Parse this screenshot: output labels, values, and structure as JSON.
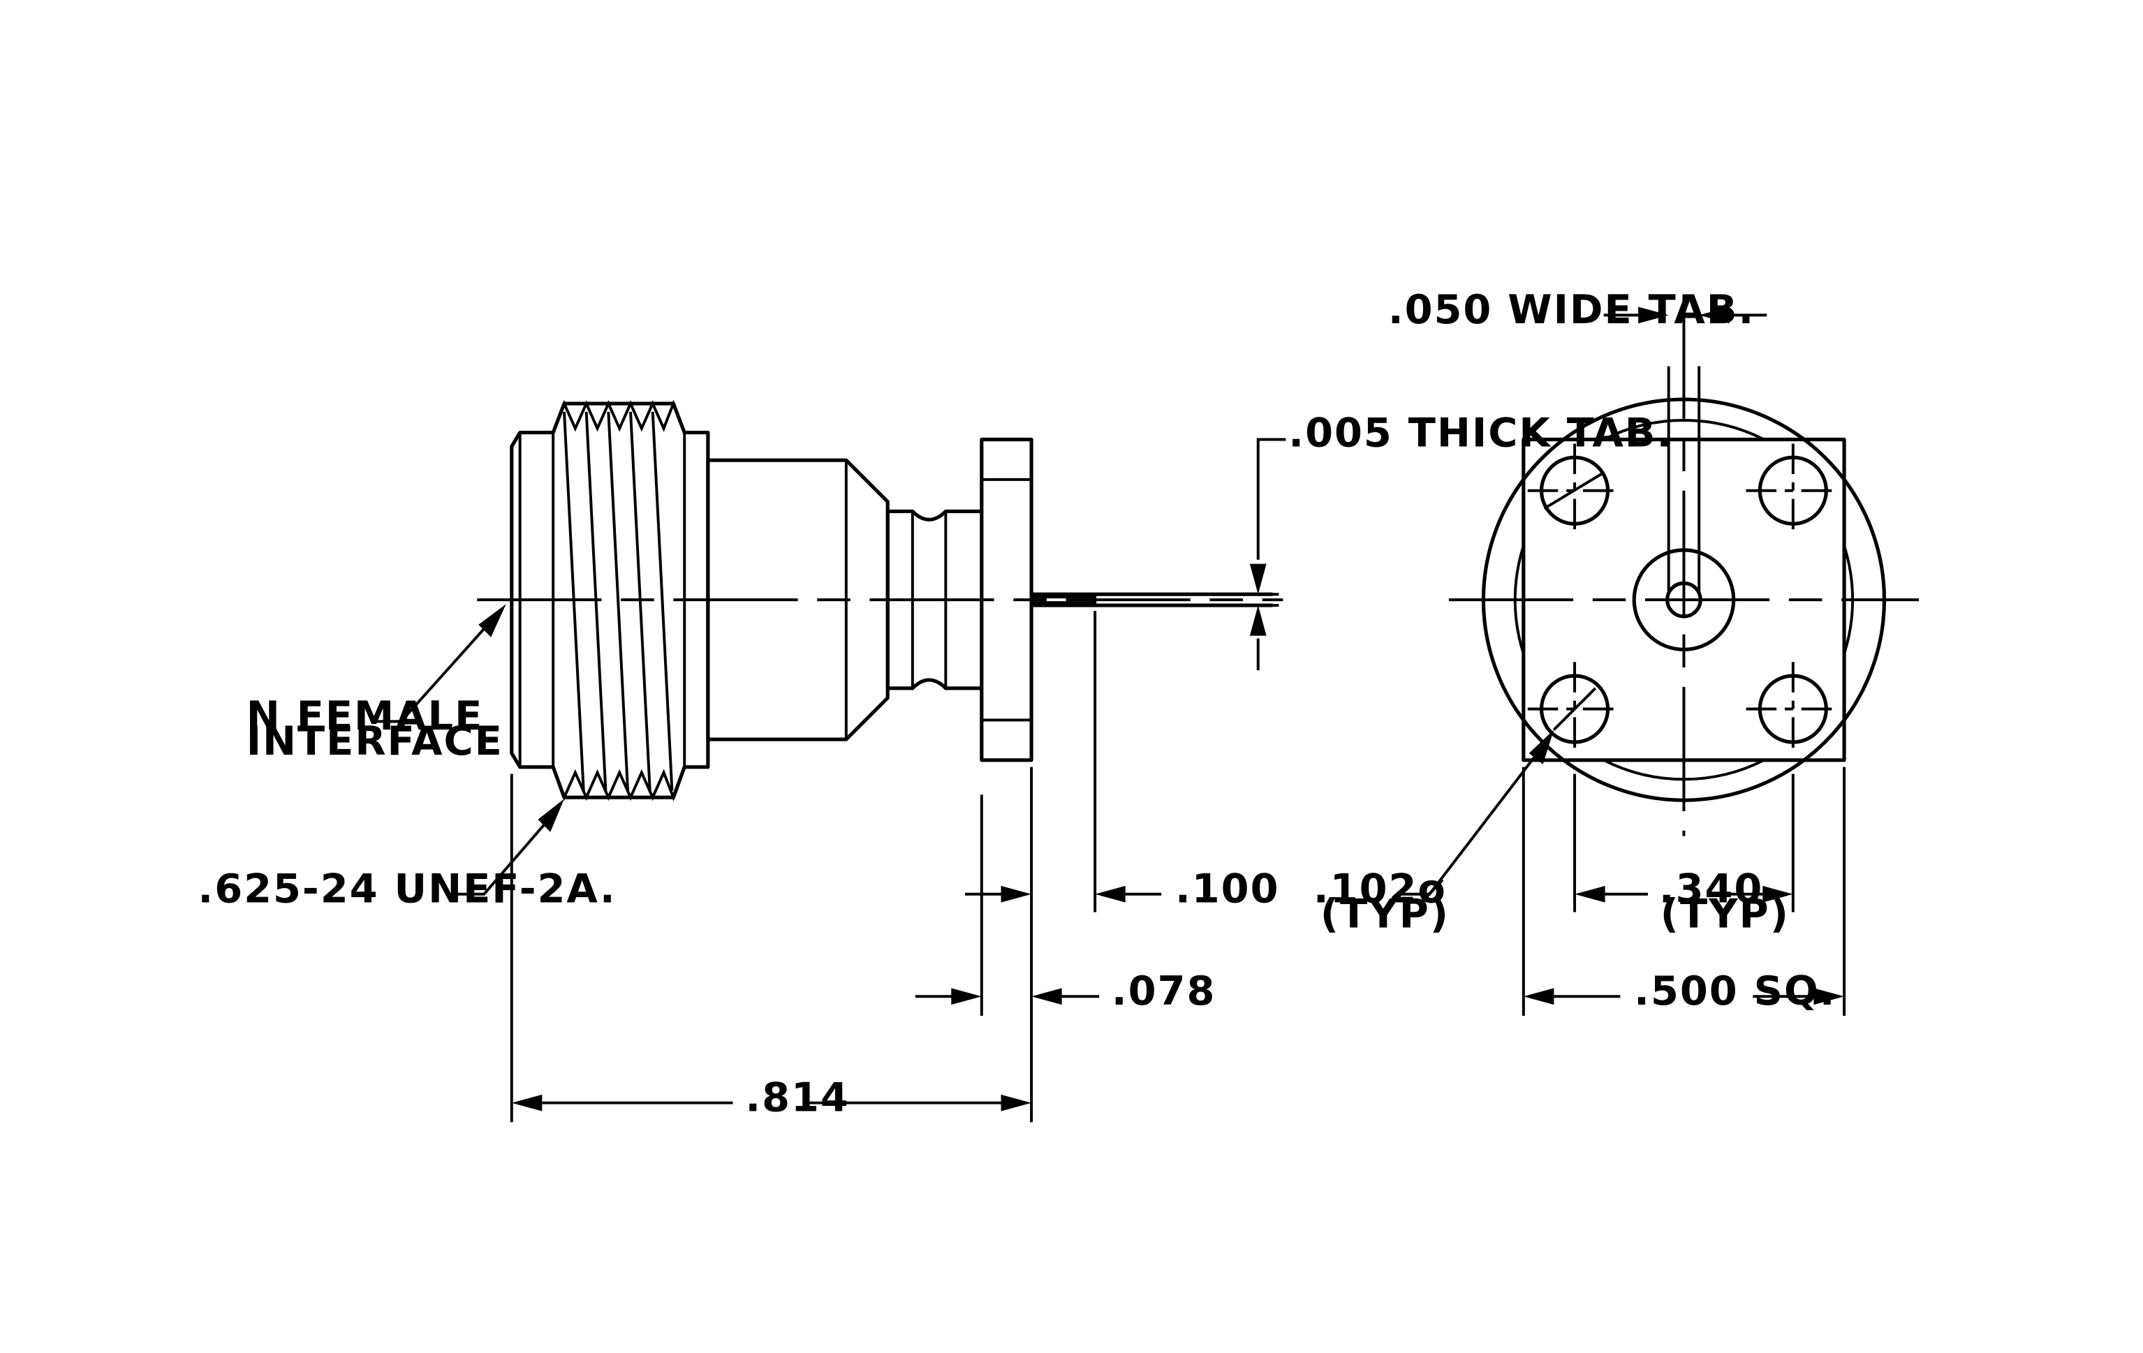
{
  "side_view": {
    "labels": {
      "n_female": [
        "N FEMALE",
        "INTERFACE"
      ],
      "thread": ".625-24 UNEF-2A.",
      "tab_thickness": ".005 THICK TAB.",
      "dim_100": ".100",
      "dim_078": ".078",
      "dim_814": ".814"
    }
  },
  "end_view": {
    "labels": {
      "tab_width": ".050 WIDE TAB.",
      "hole_dia": [
        ".102ø",
        "(TYP)"
      ],
      "hole_spacing": [
        ".340",
        "(TYP)"
      ],
      "flange_size": ".500 SQ."
    }
  }
}
